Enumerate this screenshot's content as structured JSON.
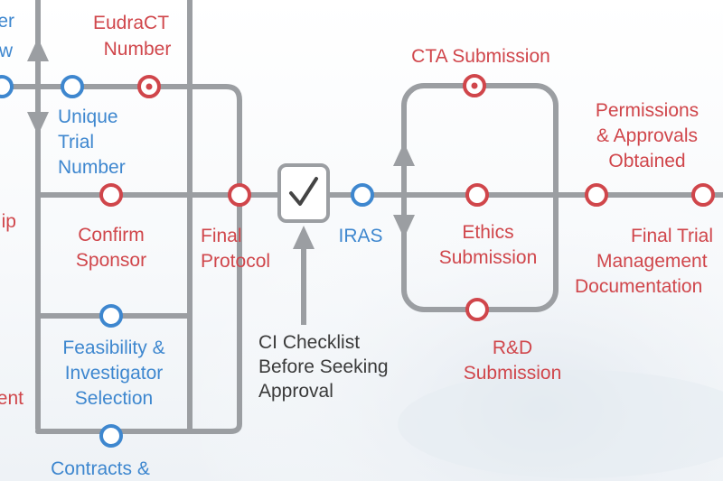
{
  "colors": {
    "red": "#d0464b",
    "blue": "#3e87cf",
    "line": "#9b9ea2",
    "text_dark": "#3a3a3a"
  },
  "left_partial": {
    "top_1": "er",
    "top_2": "w",
    "mid": "ip",
    "bottom": "ent"
  },
  "nodes": {
    "eudract": [
      "EudraCT",
      "Number"
    ],
    "unique_trial": [
      "Unique",
      "Trial",
      "Number"
    ],
    "confirm_sponsor": [
      "Confirm",
      "Sponsor"
    ],
    "feasibility": [
      "Feasibility &",
      "Investigator",
      "Selection"
    ],
    "contracts": [
      "Contracts &"
    ],
    "final_protocol": [
      "Final",
      "Protocol"
    ],
    "checklist": [
      "CI Checklist",
      "Before Seeking",
      "Approval"
    ],
    "iras": "IRAS",
    "cta": "CTA Submission",
    "ethics": [
      "Ethics",
      "Submission"
    ],
    "rd": [
      "R&D",
      "Submission"
    ],
    "permissions": [
      "Permissions",
      "& Approvals",
      "Obtained"
    ],
    "final_trial": [
      "Final Trial",
      "Management",
      "Documentation"
    ]
  },
  "icons": {
    "checklist_box": "checkmark-icon"
  }
}
